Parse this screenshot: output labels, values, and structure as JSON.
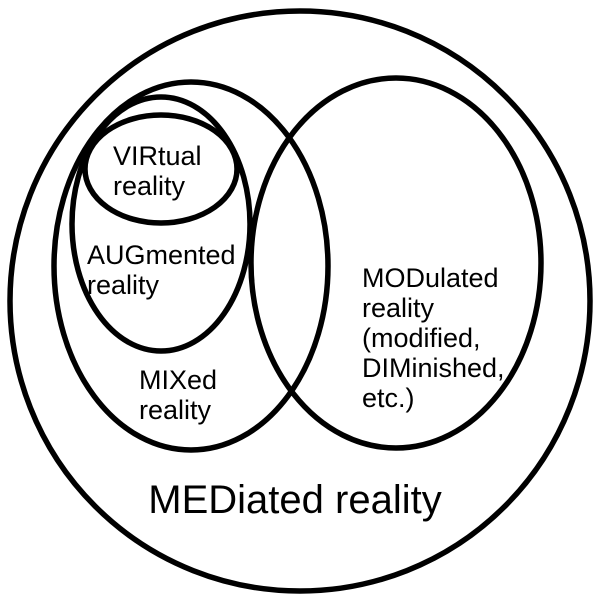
{
  "diagram": {
    "type": "venn",
    "background": "#ffffff",
    "stroke_color": "#000000",
    "labels": {
      "mediated": "MEDiated reality",
      "mixed": "MIXed\nreality",
      "augmented": "AUGmented\nreality",
      "virtual": "VIRtual\nreality",
      "modulated": "MODulated\nreality\n(modified,\nDIMinished,\netc.)"
    },
    "relationships": {
      "virtual_inside": "augmented",
      "augmented_inside": "mixed",
      "mixed_overlaps": "modulated",
      "all_inside": "mediated"
    }
  }
}
